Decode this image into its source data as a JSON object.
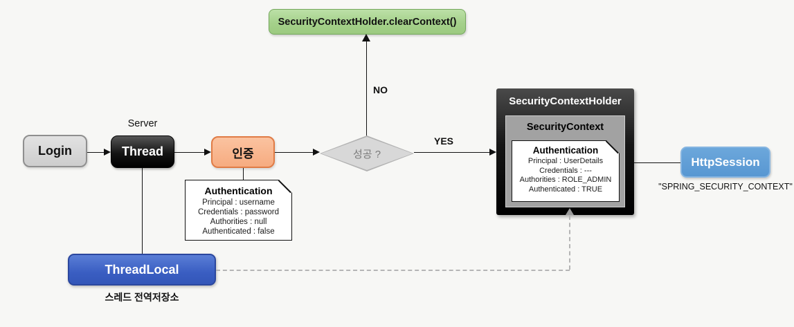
{
  "diagram": {
    "background_color": "#f7f7f5",
    "clear_context_box": {
      "label": "SecurityContextHolder.clearContext()",
      "fill": "#a5d18b",
      "border": "#74a85c"
    },
    "no_label": "NO",
    "yes_label": "YES",
    "login_box": {
      "label": "Login",
      "fill": "#d9d9d9"
    },
    "server_label": "Server",
    "thread_box": {
      "label": "Thread",
      "fill": "#000000"
    },
    "auth_step_box": {
      "label": "인증",
      "fill": "#f6ab80",
      "border": "#e07b45"
    },
    "auth_request_note": {
      "title": "Authentication",
      "lines": [
        "Principal : username",
        "Credentials : password",
        "Authorities : null",
        "Authenticated : false"
      ]
    },
    "decision_diamond": {
      "label": "성공 ?",
      "fill": "#d8d8d8",
      "text_color": "#7a7a7a"
    },
    "security_context_holder": {
      "title": "SecurityContextHolder",
      "fill": "#000000",
      "security_context": {
        "title": "SecurityContext",
        "fill": "#a2a2a2",
        "authentication_note": {
          "title": "Authentication",
          "lines": [
            "Principal : UserDetails",
            "Credentials : ---",
            "Authorities : ROLE_ADMIN",
            "Authenticated : TRUE"
          ]
        }
      }
    },
    "http_session_box": {
      "label": "HttpSession",
      "caption": "\"SPRING_SECURITY_CONTEXT\"",
      "fill": "#5b9bd5"
    },
    "thread_local_box": {
      "label": "ThreadLocal",
      "caption": "스레드 전역저장소",
      "fill": "#3a5ec2"
    }
  }
}
